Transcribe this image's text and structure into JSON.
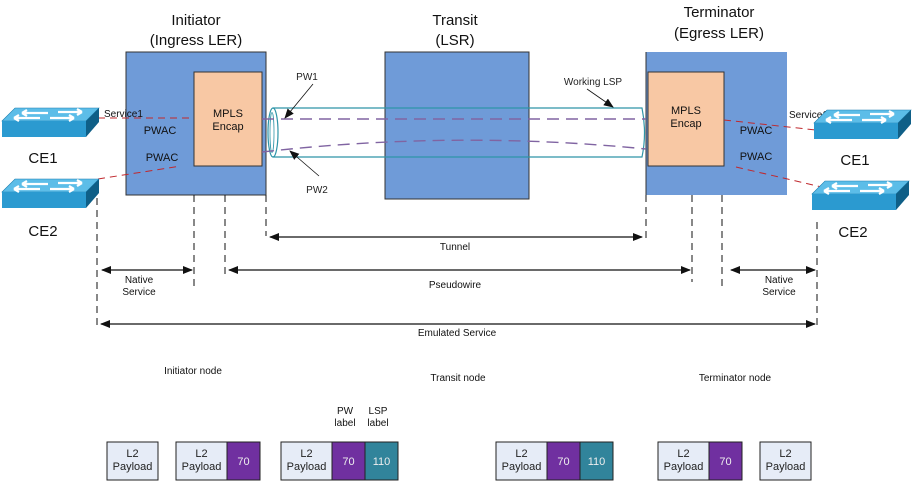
{
  "nodes": {
    "initiator": {
      "title": "Initiator",
      "subtitle": "(Ingress LER)",
      "encap": [
        "MPLS",
        "Encap"
      ],
      "pwac1": "PWAC",
      "pwac2": "PWAC",
      "service": "Service1"
    },
    "transit": {
      "title": "Transit",
      "subtitle": "(LSR)"
    },
    "terminator": {
      "title": "Terminator",
      "subtitle": "(Egress LER)",
      "encap": [
        "MPLS",
        "Encap"
      ],
      "pwac1": "PWAC",
      "pwac2": "PWAC",
      "service": "Service1"
    }
  },
  "ce": {
    "left": [
      "CE1",
      "CE2"
    ],
    "right": [
      "CE1",
      "CE2"
    ]
  },
  "tunnel_labels": {
    "pw1": "PW1",
    "pw2": "PW2",
    "working_lsp": "Working LSP"
  },
  "spans": {
    "tunnel": "Tunnel",
    "pseudowire": "Pseudowire",
    "native_left": [
      "Native",
      "Service"
    ],
    "native_right": [
      "Native",
      "Service"
    ],
    "emulated": "Emulated Service"
  },
  "stack_sections": {
    "initiator": "Initiator node",
    "transit": "Transit node",
    "terminator": "Terminator node"
  },
  "label_headers": {
    "pw": [
      "PW",
      "label"
    ],
    "lsp": [
      "LSP",
      "label"
    ]
  },
  "colors": {
    "node_blue": "#6f9bd8",
    "encap_peach": "#f8c8a4",
    "payload": "#e6ecf7",
    "pw_label": "#7030a0",
    "lsp_label": "#31849b",
    "tunnel": "#2e95a8",
    "pw_line": "#8064a2",
    "service_line": "#c0282d",
    "switch": "#2b9ad0"
  },
  "packet_stacks": [
    {
      "cells": [
        {
          "type": "payload",
          "lines": [
            "L2",
            "Payload"
          ]
        }
      ]
    },
    {
      "cells": [
        {
          "type": "payload",
          "lines": [
            "L2",
            "Payload"
          ]
        },
        {
          "type": "pw",
          "value": "70"
        }
      ]
    },
    {
      "cells": [
        {
          "type": "payload",
          "lines": [
            "L2",
            "Payload"
          ]
        },
        {
          "type": "pw",
          "value": "70"
        },
        {
          "type": "lsp",
          "value": "110"
        }
      ]
    },
    {
      "cells": [
        {
          "type": "payload",
          "lines": [
            "L2",
            "Payload"
          ]
        },
        {
          "type": "pw",
          "value": "70"
        },
        {
          "type": "lsp",
          "value": "110"
        }
      ]
    },
    {
      "cells": [
        {
          "type": "payload",
          "lines": [
            "L2",
            "Payload"
          ]
        },
        {
          "type": "pw",
          "value": "70"
        }
      ]
    },
    {
      "cells": [
        {
          "type": "payload",
          "lines": [
            "L2",
            "Payload"
          ]
        }
      ]
    }
  ]
}
